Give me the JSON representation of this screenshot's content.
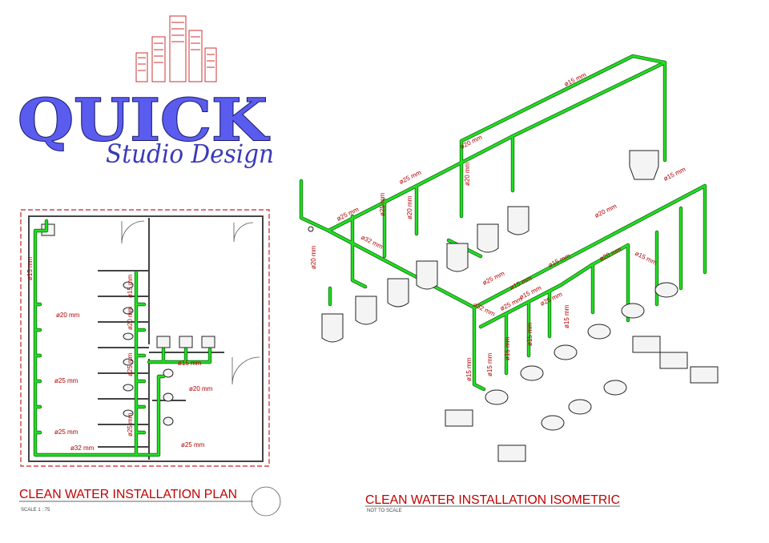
{
  "brand": {
    "name": "QUICK",
    "tagline": "Studio Design",
    "accent_color": "#5a5cf0",
    "outline_color": "#1e1e6a",
    "skyline_color": "#cc3333"
  },
  "colors": {
    "pipe": "#22dd22",
    "dimension_text": "#b00000",
    "title": "#c00000"
  },
  "plan": {
    "title": "CLEAN WATER INSTALLATION PLAN",
    "scale": "SCALE 1 : 75",
    "labels": [
      "ø15 mm",
      "ø20 mm",
      "ø25 mm",
      "ø25 mm",
      "ø32 mm",
      "ø15 mm",
      "ø20 mm",
      "ø25 mm",
      "ø25 mm",
      "ø15 mm",
      "ø20 mm",
      "ø25 mm"
    ]
  },
  "isometric": {
    "title": "CLEAN WATER INSTALLATION ISOMETRIC",
    "scale": "NOT TO SCALE",
    "labels": [
      "ø15 mm",
      "ø15 mm",
      "ø20 mm",
      "ø25 mm",
      "ø20 mm",
      "ø25 mm",
      "ø20 mm",
      "ø25 mm",
      "ø32 mm",
      "ø20 mm",
      "ø15 mm",
      "ø20 mm",
      "ø25 mm",
      "ø15 mm",
      "ø32 mm",
      "ø25 mm",
      "ø15 mm",
      "ø25 mm",
      "ø15 mm",
      "ø15 mm",
      "ø15 mm",
      "ø15 mm",
      "ø15 mm",
      "ø20 mm",
      "ø15 mm"
    ]
  }
}
